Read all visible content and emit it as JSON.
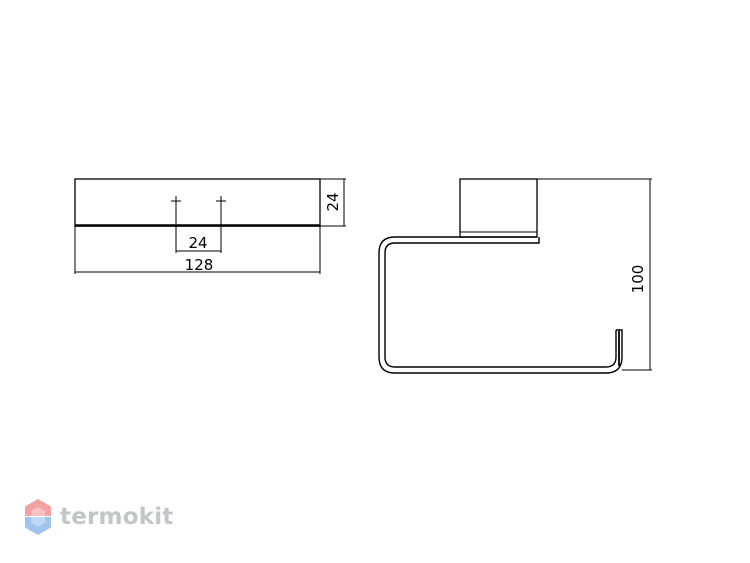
{
  "drawing": {
    "top_view": {
      "width_dimension": "128",
      "hole_spacing_dimension": "24",
      "depth_dimension": "24"
    },
    "side_view": {
      "height_dimension": "100"
    }
  },
  "watermark": {
    "brand": "termokit",
    "colors": {
      "hex_top": "#f4a1a4",
      "hex_bottom": "#9ec4f0",
      "text": "#c3c5c9"
    }
  }
}
